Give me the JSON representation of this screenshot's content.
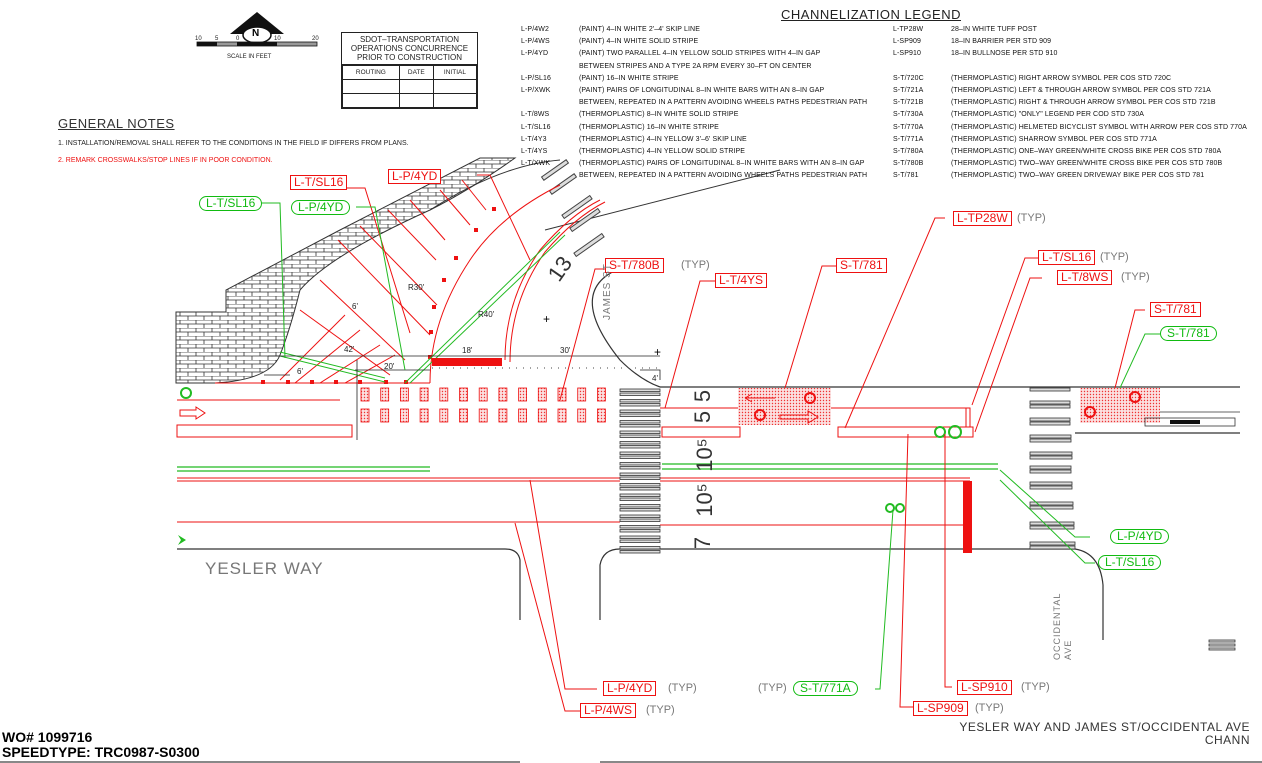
{
  "north_arrow": {
    "label": "N"
  },
  "scale": {
    "title": "SCALE IN FEET",
    "ticks": [
      "10",
      "5",
      "0",
      "10",
      "20"
    ]
  },
  "concurrence": {
    "title_lines": [
      "SDOT–TRANSPORTATION",
      "OPERATIONS CONCURRENCE",
      "PRIOR TO CONSTRUCTION"
    ],
    "columns": [
      "ROUTING",
      "DATE",
      "INITIAL"
    ]
  },
  "general_notes": {
    "title": "GENERAL NOTES",
    "items": [
      {
        "text": "1.  INSTALLATION/REMOVAL SHALL REFER TO THE CONDITIONS IN THE FIELD IF DIFFERS FROM PLANS.",
        "color": "#222222"
      },
      {
        "text": "2.  REMARK CROSSWALKS/STOP LINES IF IN POOR CONDITION.",
        "color": "#e11111"
      }
    ]
  },
  "legend": {
    "title": "CHANNELIZATION LEGEND",
    "left": [
      {
        "code": "L-P/4W2",
        "desc": "(PAINT) 4–IN WHITE 2'–4' SKIP LINE"
      },
      {
        "code": "L-P/4WS",
        "desc": "(PAINT) 4–IN WHITE SOLID STRIPE"
      },
      {
        "code": "L-P/4YD",
        "desc": "(PAINT) TWO PARALLEL 4–IN YELLOW SOLID STRIPES WITH 4–IN GAP"
      },
      {
        "code": "",
        "desc": "BETWEEN STRIPES AND A TYPE 2A RPM EVERY 30–FT ON CENTER"
      },
      {
        "code": "L-P/SL16",
        "desc": "(PAINT) 16–IN WHITE STRIPE"
      },
      {
        "code": "L-P/XWK",
        "desc": "(PAINT) PAIRS OF LONGITUDINAL 8–IN WHITE BARS WITH AN 8–IN GAP"
      },
      {
        "code": "",
        "desc": "BETWEEN, REPEATED IN A PATTERN AVOIDING WHEELS PATHS PEDESTRIAN PATH"
      },
      {
        "code": "L-T/8WS",
        "desc": "(THERMOPLASTIC) 8–IN WHITE SOLID STRIPE"
      },
      {
        "code": "L-T/SL16",
        "desc": "(THERMOPLASTIC) 16–IN WHITE STRIPE"
      },
      {
        "code": "L-T/4Y3",
        "desc": "(THERMOPLASTIC) 4–IN YELLOW 3'–6' SKIP LINE"
      },
      {
        "code": "L-T/4YS",
        "desc": "(THERMOPLASTIC) 4–IN YELLOW SOLID STRIPE"
      },
      {
        "code": "L-T/XWK",
        "desc": "(THERMOPLASTIC) PAIRS OF LONGITUDINAL 8–IN WHITE BARS WITH AN 8–IN GAP"
      },
      {
        "code": "",
        "desc": "BETWEEN, REPEATED IN A PATTERN AVOIDING WHEELS PATHS PEDESTRIAN PATH"
      }
    ],
    "right": [
      {
        "code": "L-TP28W",
        "desc": "28–IN WHITE TUFF POST"
      },
      {
        "code": "L-SP909",
        "desc": "18–IN BARRIER PER STD 909"
      },
      {
        "code": "L-SP910",
        "desc": "18–IN BULLNOSE PER STD 910"
      },
      {
        "code": "",
        "desc": ""
      },
      {
        "code": "S-T/720C",
        "desc": "(THERMOPLASTIC) RIGHT ARROW SYMBOL PER COS STD 720C"
      },
      {
        "code": "S-T/721A",
        "desc": "(THERMOPLASTIC) LEFT & THROUGH ARROW SYMBOL PER COS STD 721A"
      },
      {
        "code": "S-T/721B",
        "desc": "(THERMOPLASTIC) RIGHT & THROUGH ARROW SYMBOL PER COS STD 721B"
      },
      {
        "code": "S-T/730A",
        "desc": "(THERMOPLASTIC) \"ONLY\" LEGEND PER COD STD 730A"
      },
      {
        "code": "S-T/770A",
        "desc": "(THERMOPLASTIC) HELMETED BICYCLIST SYMBOL WITH ARROW PER COS STD 770A"
      },
      {
        "code": "S-T/771A",
        "desc": "(THERMOPLASTIC) SHARROW SYMBOL PER COS STD 771A"
      },
      {
        "code": "S-T/780A",
        "desc": "(THERMOPLASTIC) ONE–WAY GREEN/WHITE CROSS BIKE PER COS STD 780A"
      },
      {
        "code": "S-T/780B",
        "desc": "(THERMOPLASTIC) TWO–WAY GREEN/WHITE CROSS BIKE PER COS STD 780B"
      },
      {
        "code": "S-T/781",
        "desc": "(THERMOPLASTIC) TWO–WAY GREEN DRIVEWAY BIKE PER COS STD 781"
      }
    ]
  },
  "callouts": {
    "lt_sl16_red": "L-T/SL16",
    "lp_4yd_red": "L-P/4YD",
    "lt_sl16_green": "L-T/SL16",
    "lp_4yd_green": "L-P/4YD",
    "st_780b": "S-T/780B",
    "lt_4ys": "L-T/4YS",
    "st_781_a": "S-T/781",
    "ltp28w": "L-TP28W",
    "lt_sl16_right": "L-T/SL16",
    "lt_8ws": "L-T/8WS",
    "st_781_b": "S-T/781",
    "st_781_green": "S-T/781",
    "lp_4yd_green_r": "L-P/4YD",
    "lt_sl16_green_r": "L-T/SL16",
    "lp_4yd_bottom": "L-P/4YD",
    "lp_4ws_bottom": "L-P/4WS",
    "st_771a": "S-T/771A",
    "lsp910": "L-SP910",
    "lsp909": "L-SP909",
    "typ": "(TYP)"
  },
  "dimensions": {
    "r30": "R30'",
    "r40": "R40'",
    "d6a": "6'",
    "d6b": "6'",
    "d42": "42'",
    "d20": "20'",
    "d18": "18'",
    "d30": "30'",
    "d4": "4'"
  },
  "lane_widths": {
    "n5a": "5",
    "n5b": "5",
    "n105a": "10⁵",
    "n105b": "10⁵",
    "n7": "7",
    "n13": "13"
  },
  "streets": {
    "yesler": "YESLER WAY",
    "james": "JAMES ST",
    "occidental": "OCCIDENTAL AVE"
  },
  "footer": {
    "wo": "WO# 1099716",
    "speedtype": "SPEEDTYPE: TRC0987-S0300",
    "title_line1": "YESLER WAY AND JAMES ST/OCCIDENTAL AVE",
    "title_line2": "CHANN"
  },
  "colors": {
    "red": "#e11111",
    "green": "#22bb22",
    "black": "#222222",
    "gray": "#777777"
  }
}
